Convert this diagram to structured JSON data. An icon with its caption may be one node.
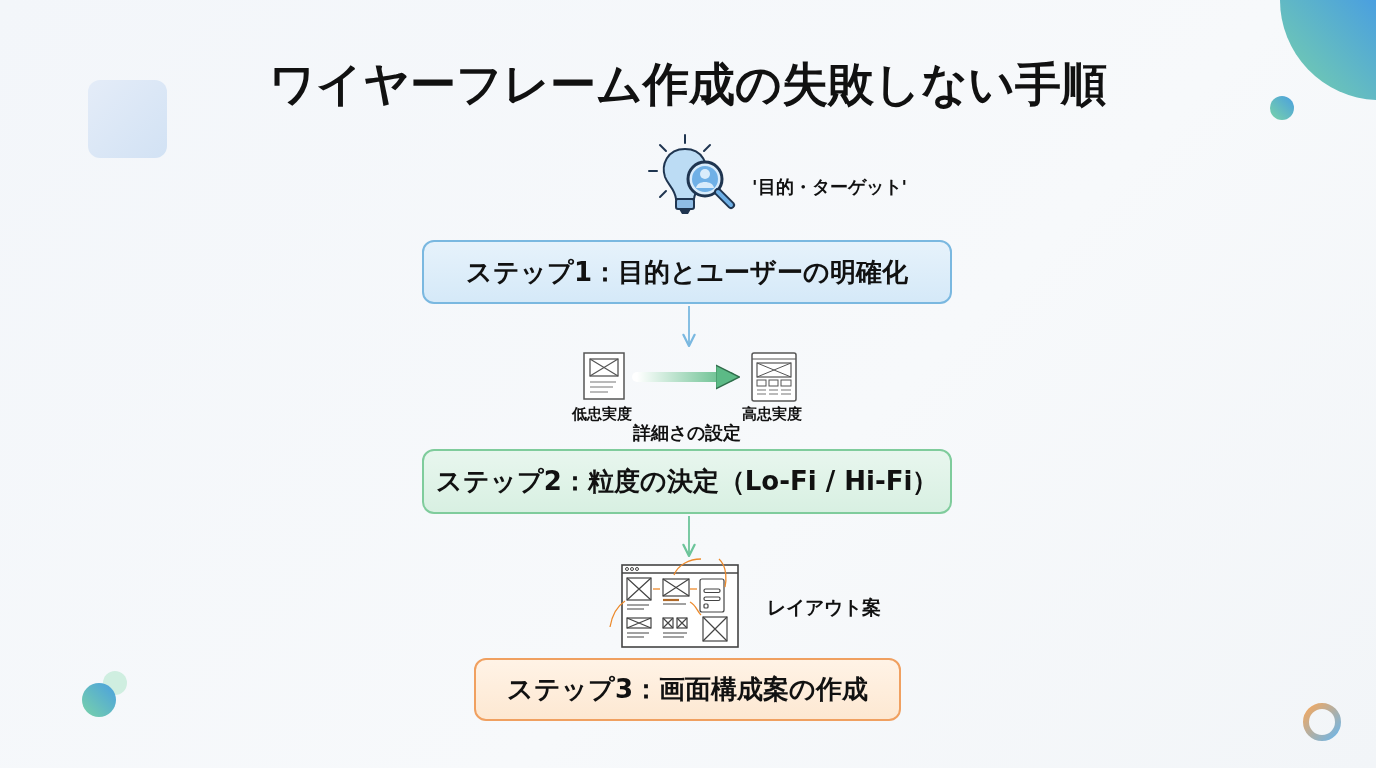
{
  "diagram": {
    "title": "ワイヤーフレーム作成の失敗しない手順",
    "nodes": [
      {
        "text": [],
        "shape": "picture",
        "beside": [
          "'目的・ターゲット'"
        ]
      },
      {
        "text": [
          "ステップ1：目的とユーザーの明確化"
        ]
      },
      {
        "text": [],
        "shape": "picture",
        "beside": [
          "低忠実度"
        ]
      },
      {
        "text": [],
        "shape": "picture",
        "beside": [
          "高忠実度"
        ]
      },
      {
        "text": [
          "ステップ2：粒度の決定（Lo-Fi / Hi-Fi）"
        ]
      },
      {
        "text": [],
        "shape": "picture",
        "beside": [
          "レイアウト案"
        ]
      },
      {
        "text": [
          "ステップ3：画面構成案の作成"
        ]
      }
    ],
    "edges": [
      {
        "from": 1,
        "to": null,
        "arrow": "to",
        "color": "#7ab8e0"
      },
      {
        "from": 2,
        "to": 3,
        "arrow": "to",
        "style": "thick",
        "color": "#5cba86"
      },
      {
        "from": 4,
        "to": 5,
        "arrow": "to",
        "color": "#6cc49a"
      }
    ],
    "labels": [
      "詳細さの設定"
    ]
  }
}
